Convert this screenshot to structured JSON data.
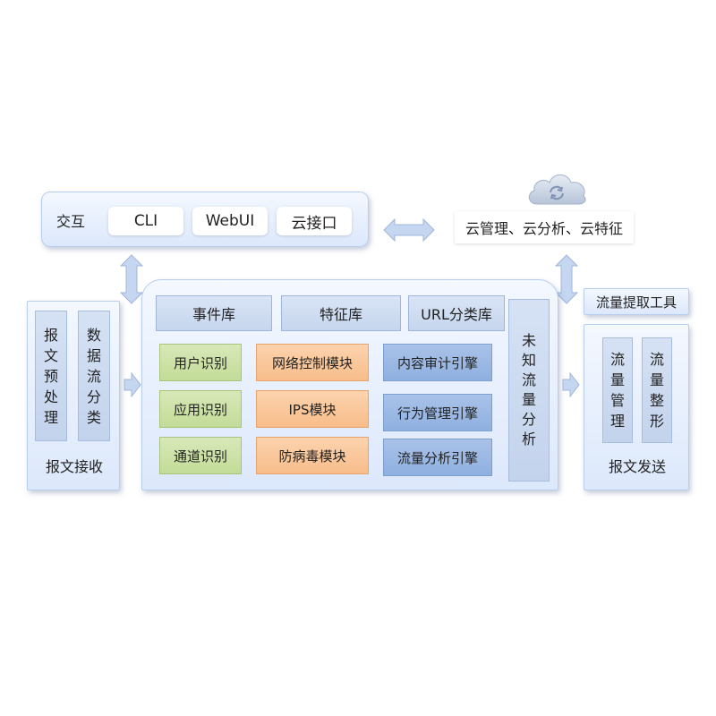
{
  "interaction": {
    "label": "交互",
    "items": [
      "CLI",
      "WebUI",
      "云接口"
    ]
  },
  "cloud": {
    "label": "云管理、云分析、云特征",
    "icon": "cloud-sync-icon"
  },
  "libraries": [
    "事件库",
    "特征库",
    "URL分类库"
  ],
  "identification": [
    "用户识别",
    "应用识别",
    "通道识别"
  ],
  "modules": [
    "网络控制模块",
    "IPS模块",
    "防病毒模块"
  ],
  "engines": [
    "内容审计引擎",
    "行为管理引擎",
    "流量分析引擎"
  ],
  "unknown_traffic": "未知流量分析",
  "receive": {
    "col1": "报文预处理",
    "col2": "数据流分类",
    "label": "报文接收"
  },
  "send": {
    "tool": "流量提取工具",
    "col1": "流量管理",
    "col2": "流量整形",
    "label": "报文发送"
  },
  "colors": {
    "panel": "#dce8fb",
    "green": "#c3dc98",
    "orange": "#f8bd8a",
    "blue": "#8fb0e0",
    "arrow": "#c5d6f0"
  }
}
